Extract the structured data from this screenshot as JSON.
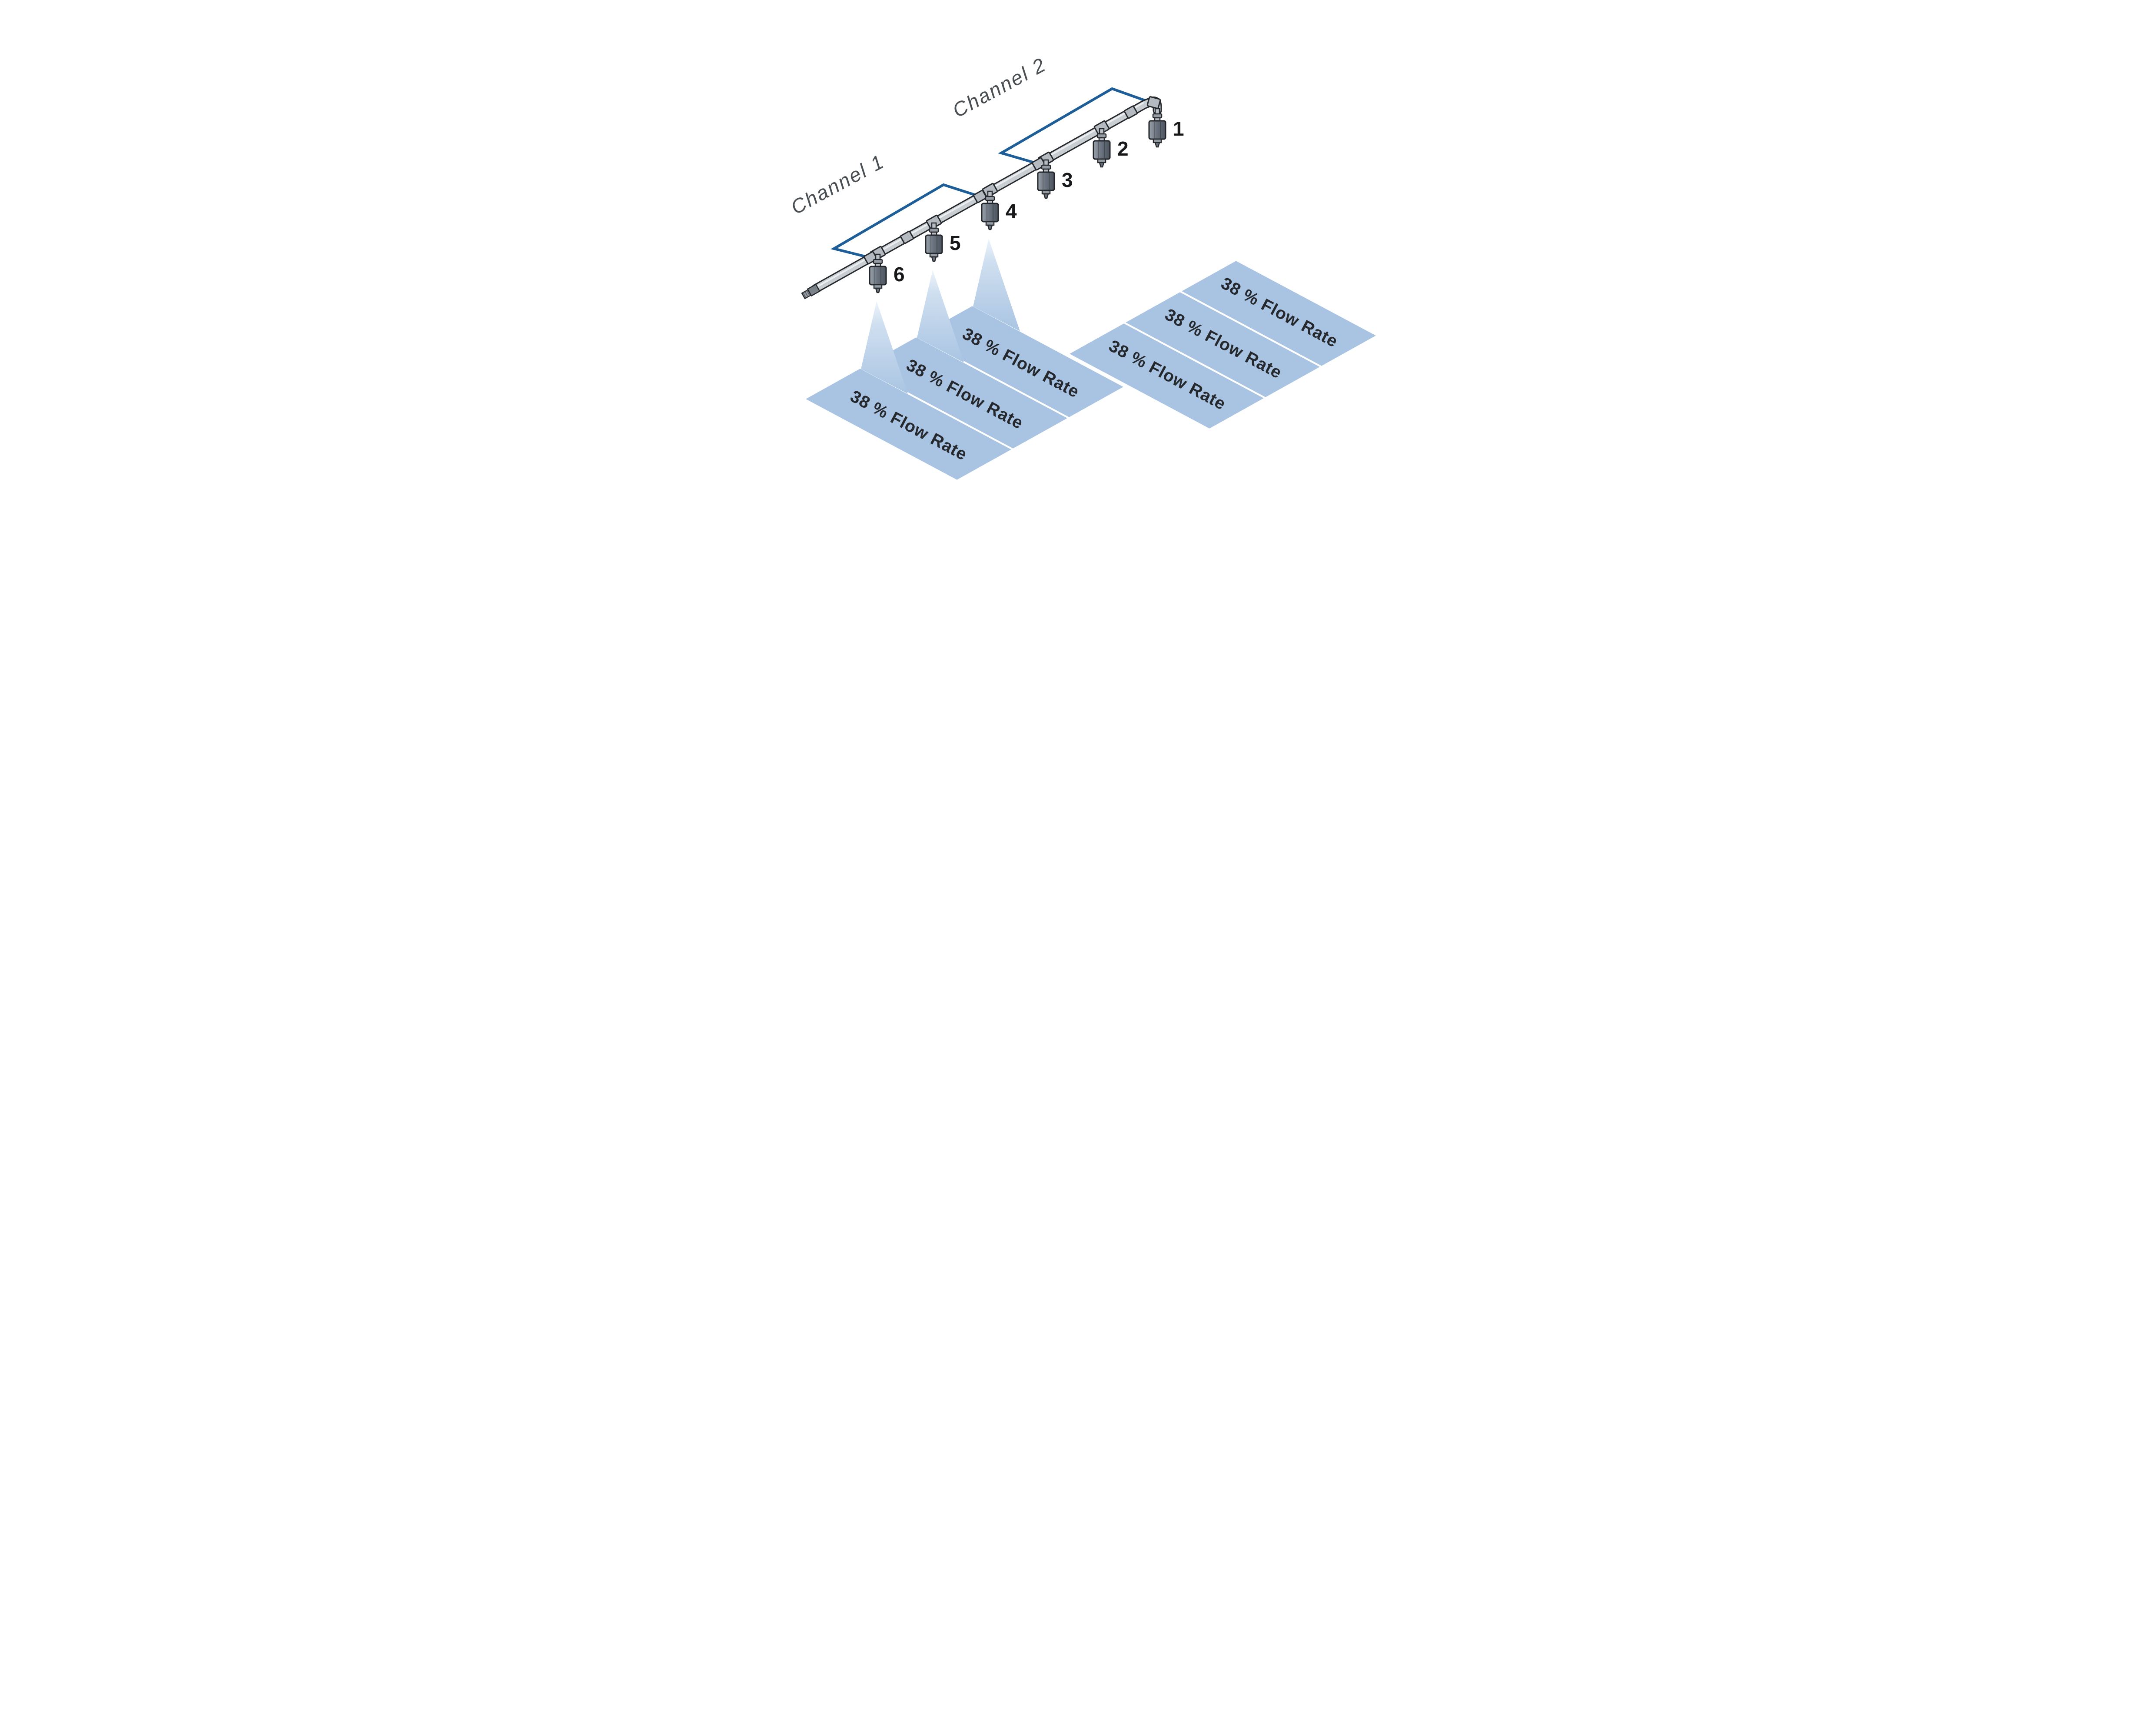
{
  "colors": {
    "band_fill": "#a9c4e2",
    "channel_blue": "#1d5e99",
    "pipe_gray": "#c9ced3",
    "outline": "#26292d"
  },
  "channels": [
    {
      "label": "Channel 1"
    },
    {
      "label": "Channel 2"
    }
  ],
  "nozzles": [
    {
      "number": "1"
    },
    {
      "number": "2"
    },
    {
      "number": "3"
    },
    {
      "number": "4"
    },
    {
      "number": "5"
    },
    {
      "number": "6"
    }
  ],
  "bands": [
    {
      "label": "38 % Flow Rate"
    },
    {
      "label": "38 % Flow Rate"
    },
    {
      "label": "38 % Flow Rate"
    },
    {
      "label": "38 % Flow Rate"
    },
    {
      "label": "38 % Flow Rate"
    },
    {
      "label": "38 % Flow Rate"
    }
  ]
}
